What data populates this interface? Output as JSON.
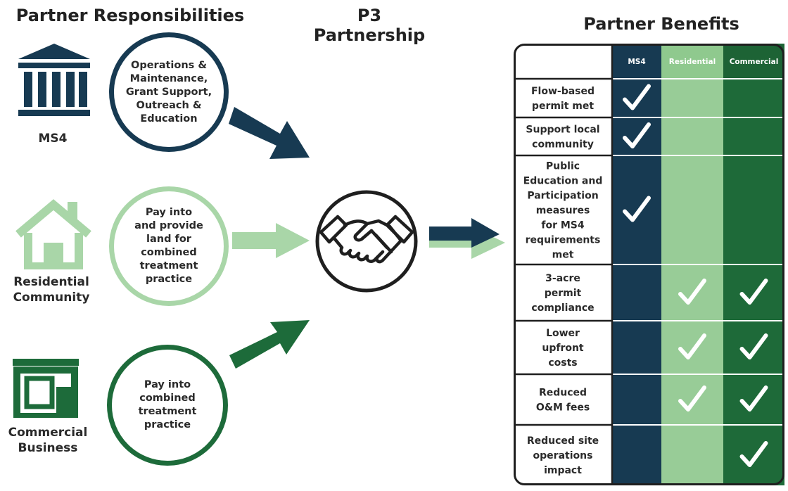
{
  "headings": {
    "responsibilities": "Partner Responsibilities",
    "partnership": "P3\nPartnership",
    "benefits": "Partner Benefits"
  },
  "partners": [
    {
      "name": "MS4",
      "responsibility": "Operations &\nMaintenance,\nGrant Support,\nOutreach &\nEducation",
      "color": "#173a52"
    },
    {
      "name": "Residential\nCommunity",
      "responsibility": "Pay into\nand provide\nland for\ncombined\ntreatment\npractice",
      "color": "#a9d6a8"
    },
    {
      "name": "Commercial\nBusiness",
      "responsibility": "Pay into\ncombined\ntreatment\npractice",
      "color": "#1d6b3a"
    }
  ],
  "benefits_table": {
    "columns": [
      "MS4",
      "Residential",
      "Commercial"
    ],
    "column_colors": [
      "#173a52",
      "#98cc97",
      "#1e6a39"
    ],
    "header_colors": [
      "#173a52",
      "#8fc98e",
      "#1d6335"
    ],
    "rows": [
      {
        "label": "Flow-based\npermit met",
        "checks": [
          true,
          false,
          false
        ]
      },
      {
        "label": "Support local\ncommunity",
        "checks": [
          true,
          false,
          false
        ]
      },
      {
        "label": "Public\nEducation and\nParticipation\nmeasures\nfor MS4\nrequirements\nmet",
        "checks": [
          true,
          false,
          false
        ]
      },
      {
        "label": "3-acre\npermit\ncompliance",
        "checks": [
          false,
          true,
          true
        ]
      },
      {
        "label": "Lower\nupfront\ncosts",
        "checks": [
          false,
          true,
          true
        ]
      },
      {
        "label": "Reduced\nO&M fees",
        "checks": [
          false,
          true,
          true
        ]
      },
      {
        "label": "Reduced site\noperations\nimpact",
        "checks": [
          false,
          false,
          true
        ]
      }
    ]
  },
  "icons": {
    "ms4": "government-building-icon",
    "residential": "house-icon",
    "commercial": "storefront-icon",
    "partnership": "handshake-icon",
    "check": "checkmark-icon"
  }
}
